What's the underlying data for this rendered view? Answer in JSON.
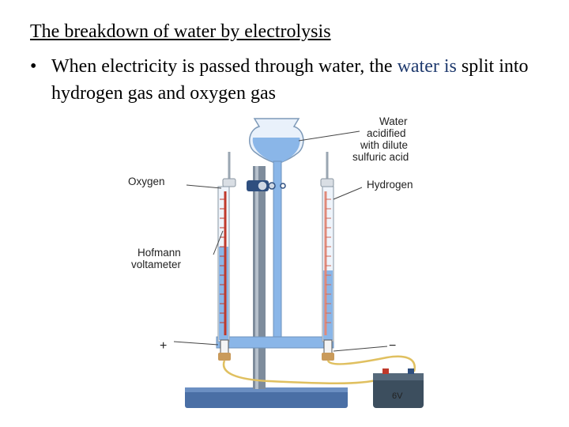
{
  "slide": {
    "title": "The breakdown of water by electrolysis",
    "bullet_symbol": "•",
    "bullet_pre": "When electricity is passed through water, the ",
    "bullet_highlight": "water is",
    "bullet_post": " split into hydrogen gas and oxygen gas",
    "highlight_color": "#1f3a6e"
  },
  "diagram": {
    "labels": {
      "water_line1": "Water",
      "water_line2": "acidified",
      "water_line3": "with dilute",
      "water_line4": "sulfuric acid",
      "oxygen": "Oxygen",
      "hydrogen": "Hydrogen",
      "hofmann_line1": "Hofmann",
      "hofmann_line2": "voltameter",
      "plus": "+",
      "minus": "−",
      "battery": "6V"
    },
    "colors": {
      "water": "#8ab6e8",
      "glass": "#e9f1fb",
      "scale": "#c0392b",
      "stand": "#6f7d8e",
      "base": "#4a6fa5",
      "wire": "#e0c060",
      "electrode": "#c99a5a",
      "battery": "#3c4e5e"
    },
    "icons": [
      "battery-icon",
      "tap-icon",
      "electrode-icon"
    ]
  }
}
